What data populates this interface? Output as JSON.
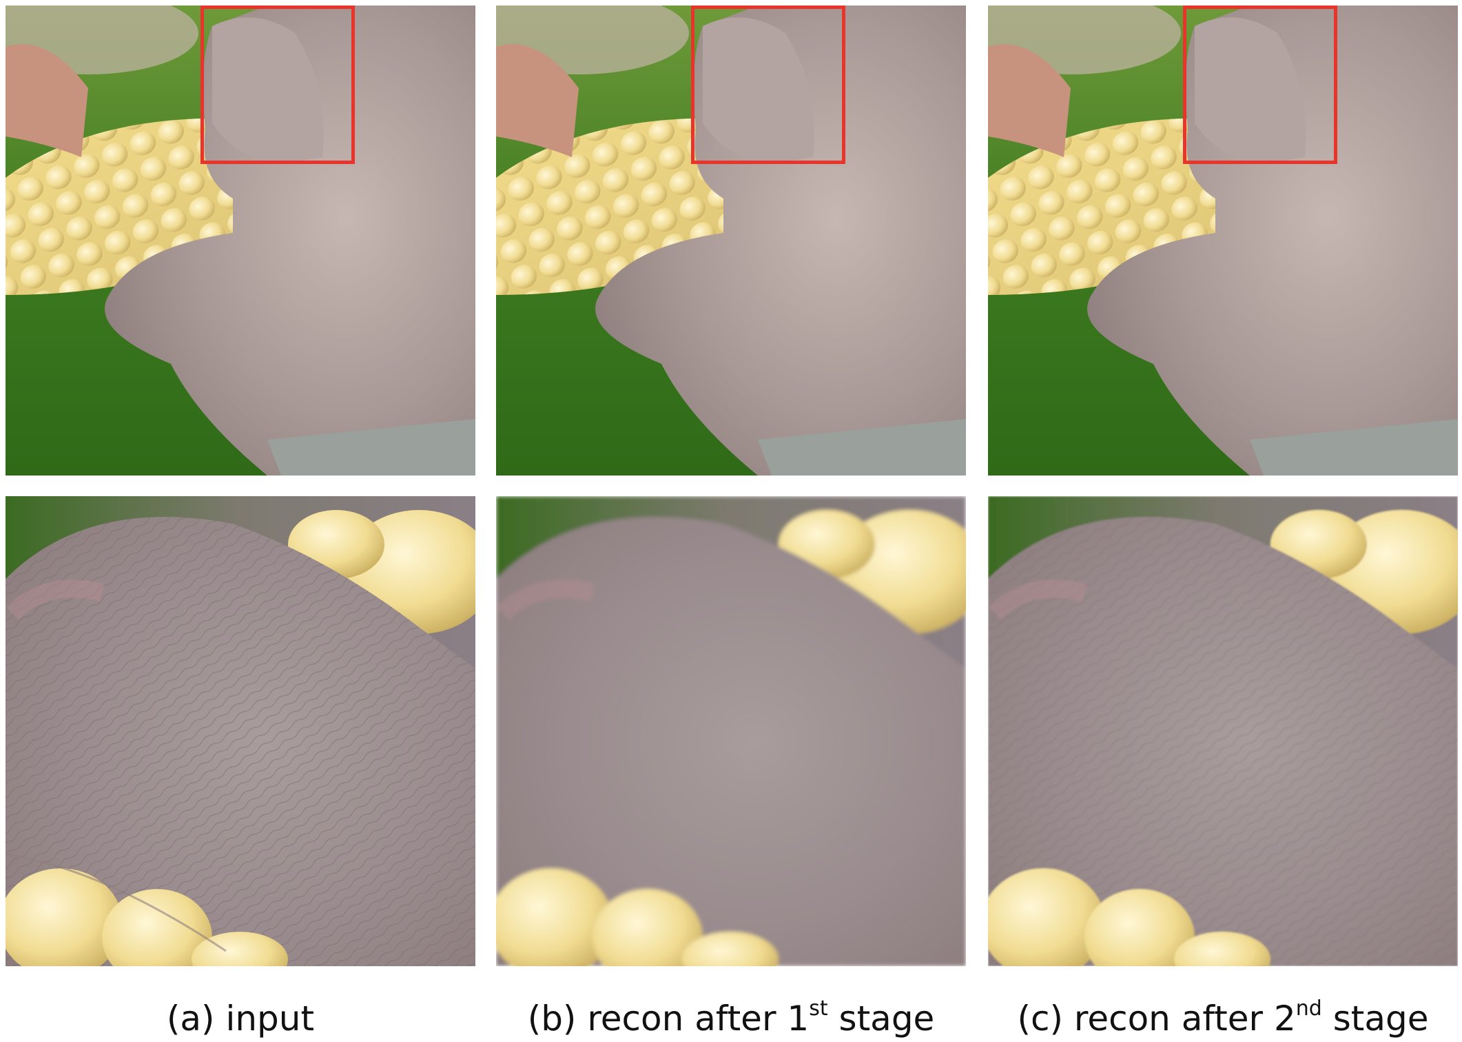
{
  "captions": [
    {
      "main": "(a) input",
      "sup": "",
      "tail": ""
    },
    {
      "main": "(b) recon after 1",
      "sup": "st",
      "tail": " stage"
    },
    {
      "main": "(c) recon after 2",
      "sup": "nd",
      "tail": " stage"
    }
  ],
  "colors": {
    "zoom_box": "#e8342b",
    "background": "#ffffff"
  }
}
